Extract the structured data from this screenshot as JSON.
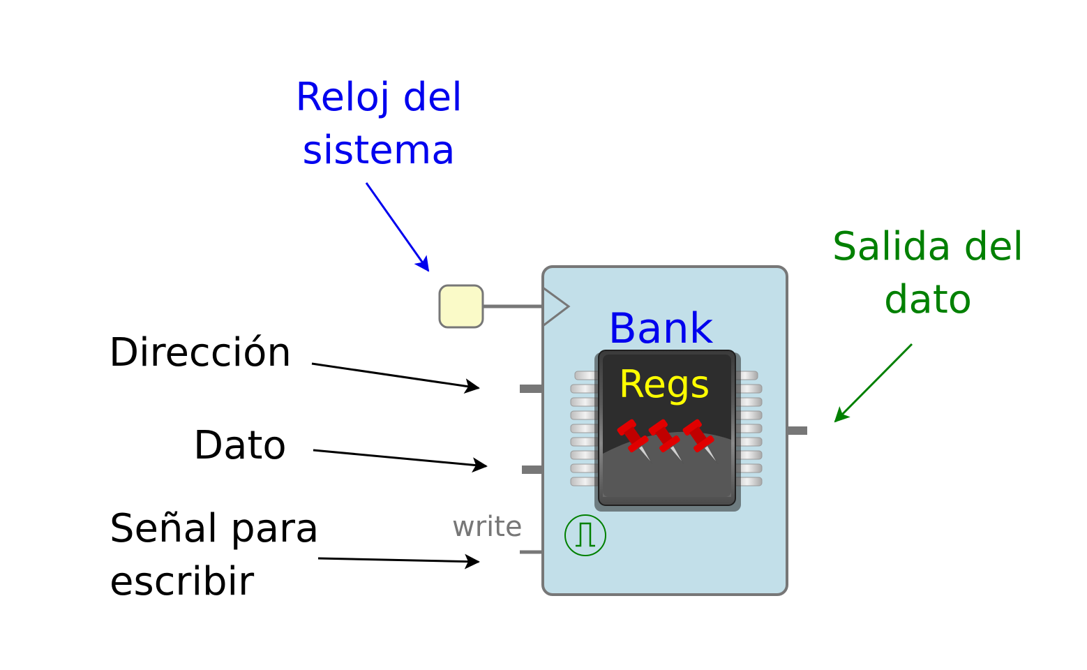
{
  "annotations": {
    "clock": {
      "lines": [
        "Reloj del",
        "sistema"
      ],
      "color": "#0000ee"
    },
    "output": {
      "lines": [
        "Salida del",
        "dato"
      ],
      "color": "#008000"
    },
    "address": {
      "text": "Dirección",
      "color": "#000000"
    },
    "data": {
      "text": "Dato",
      "color": "#000000"
    },
    "write_signal": {
      "lines": [
        "Señal para",
        "escribir"
      ],
      "color": "#000000"
    }
  },
  "block": {
    "title": "Bank",
    "chip_label": "Regs",
    "write_port_label": "write",
    "title_color": "#0000ee",
    "chip_label_color": "#ffff00",
    "body_color": "#c2dfe9",
    "clock_pin_color": "#fafac8",
    "icon": "pushpin-icon",
    "badge_icon": "pulse-icon"
  }
}
